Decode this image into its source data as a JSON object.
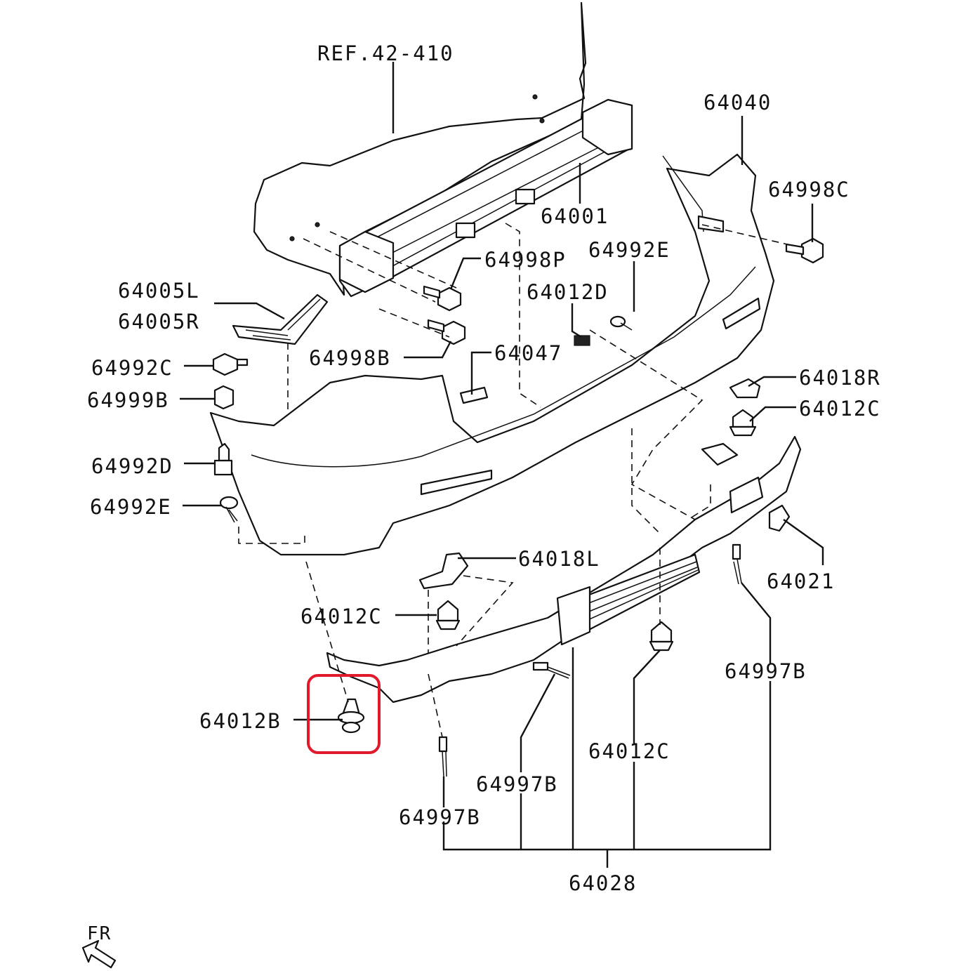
{
  "labels": {
    "ref": "REF.42-410",
    "p64040": "64040",
    "p64998C": "64998C",
    "p64001": "64001",
    "p64992E_top": "64992E",
    "p64998P": "64998P",
    "p64012D": "64012D",
    "p64005L": "64005L",
    "p64005R": "64005R",
    "p64992C": "64992C",
    "p64998B": "64998B",
    "p64047": "64047",
    "p64018R": "64018R",
    "p64999B": "64999B",
    "p64012C_right": "64012C",
    "p64992D": "64992D",
    "p64992E_left": "64992E",
    "p64018L": "64018L",
    "p64021": "64021",
    "p64012C_mid": "64012C",
    "p64997B_right": "64997B",
    "p64012B": "64012B",
    "p64012C_bottom": "64012C",
    "p64997B_mid": "64997B",
    "p64997B_left": "64997B",
    "p64028": "64028",
    "fr": "FR"
  },
  "highlight": {
    "target": "64012B",
    "color": "#e0192d"
  }
}
